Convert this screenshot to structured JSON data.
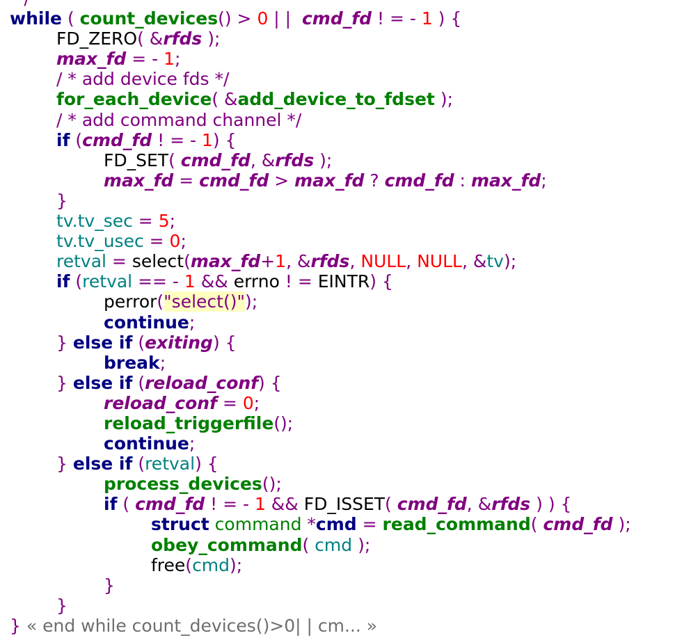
{
  "lines": [
    [
      {
        "c": "cm",
        "t": " */"
      }
    ],
    [
      {
        "c": "kw",
        "t": "while"
      },
      {
        "c": "op",
        "t": " ( "
      },
      {
        "c": "fn",
        "t": "count_devices"
      },
      {
        "c": "op",
        "t": "() > "
      },
      {
        "c": "num",
        "t": "0"
      },
      {
        "c": "op",
        "t": " | |  "
      },
      {
        "c": "var",
        "t": "cmd_fd"
      },
      {
        "c": "op",
        "t": " ! = - "
      },
      {
        "c": "num",
        "t": "1"
      },
      {
        "c": "op",
        "t": " ) {"
      }
    ],
    [
      {
        "c": "plain",
        "t": "FD_ZERO"
      },
      {
        "c": "op",
        "t": "( &"
      },
      {
        "c": "var",
        "t": "rfds"
      },
      {
        "c": "op",
        "t": " );"
      }
    ],
    [
      {
        "c": "var",
        "t": "max_fd"
      },
      {
        "c": "op",
        "t": " = - "
      },
      {
        "c": "num",
        "t": "1"
      },
      {
        "c": "op",
        "t": ";"
      }
    ],
    [
      {
        "c": "cm",
        "t": "/ * add device fds */"
      }
    ],
    [
      {
        "c": "fn",
        "t": "for_each_device"
      },
      {
        "c": "op",
        "t": "( &"
      },
      {
        "c": "fn",
        "t": "add_device_to_fdset"
      },
      {
        "c": "op",
        "t": " );"
      }
    ],
    [
      {
        "c": "cm",
        "t": "/ * add command channel */"
      }
    ],
    [
      {
        "c": "kw",
        "t": "if"
      },
      {
        "c": "op",
        "t": " ("
      },
      {
        "c": "var",
        "t": "cmd_fd"
      },
      {
        "c": "op",
        "t": " ! = - "
      },
      {
        "c": "num",
        "t": "1"
      },
      {
        "c": "op",
        "t": ") {"
      }
    ],
    [
      {
        "c": "plain",
        "t": "FD_SET"
      },
      {
        "c": "op",
        "t": "( "
      },
      {
        "c": "var",
        "t": "cmd_fd"
      },
      {
        "c": "op",
        "t": ", &"
      },
      {
        "c": "var",
        "t": "rfds"
      },
      {
        "c": "op",
        "t": " );"
      }
    ],
    [
      {
        "c": "var",
        "t": "max_fd"
      },
      {
        "c": "op",
        "t": " = "
      },
      {
        "c": "var",
        "t": "cmd_fd"
      },
      {
        "c": "op",
        "t": " > "
      },
      {
        "c": "var",
        "t": "max_fd"
      },
      {
        "c": "op",
        "t": " ? "
      },
      {
        "c": "var",
        "t": "cmd_fd"
      },
      {
        "c": "op",
        "t": " : "
      },
      {
        "c": "var",
        "t": "max_fd"
      },
      {
        "c": "op",
        "t": ";"
      }
    ],
    [
      {
        "c": "op",
        "t": "}"
      }
    ],
    [
      {
        "c": "tl",
        "t": "tv.tv_sec"
      },
      {
        "c": "op",
        "t": " = "
      },
      {
        "c": "num",
        "t": "5"
      },
      {
        "c": "op",
        "t": ";"
      }
    ],
    [
      {
        "c": "tl",
        "t": "tv.tv_usec"
      },
      {
        "c": "op",
        "t": " = "
      },
      {
        "c": "num",
        "t": "0"
      },
      {
        "c": "op",
        "t": ";"
      }
    ],
    [
      {
        "c": "tl",
        "t": "retval"
      },
      {
        "c": "op",
        "t": " = "
      },
      {
        "c": "plain",
        "t": "select"
      },
      {
        "c": "op",
        "t": "("
      },
      {
        "c": "var",
        "t": "max_fd"
      },
      {
        "c": "op",
        "t": "+"
      },
      {
        "c": "num",
        "t": "1"
      },
      {
        "c": "op",
        "t": ", &"
      },
      {
        "c": "var",
        "t": "rfds"
      },
      {
        "c": "op",
        "t": ", "
      },
      {
        "c": "num",
        "t": "NULL"
      },
      {
        "c": "op",
        "t": ", "
      },
      {
        "c": "num",
        "t": "NULL"
      },
      {
        "c": "op",
        "t": ", &"
      },
      {
        "c": "tl",
        "t": "tv"
      },
      {
        "c": "op",
        "t": ");"
      }
    ],
    [
      {
        "c": "kw",
        "t": "if"
      },
      {
        "c": "op",
        "t": " ("
      },
      {
        "c": "tl",
        "t": "retval"
      },
      {
        "c": "op",
        "t": " == - "
      },
      {
        "c": "num",
        "t": "1"
      },
      {
        "c": "op",
        "t": " && "
      },
      {
        "c": "plain",
        "t": "errno"
      },
      {
        "c": "op",
        "t": " ! = "
      },
      {
        "c": "plain",
        "t": "EINTR"
      },
      {
        "c": "op",
        "t": ") {"
      }
    ],
    [
      {
        "c": "plain",
        "t": "perror"
      },
      {
        "c": "op",
        "t": "("
      },
      {
        "c": "str",
        "t": "\"select()\""
      },
      {
        "c": "op",
        "t": ");"
      }
    ],
    [
      {
        "c": "kw",
        "t": "continue"
      },
      {
        "c": "op",
        "t": ";"
      }
    ],
    [
      {
        "c": "op",
        "t": "} "
      },
      {
        "c": "kw",
        "t": "else if"
      },
      {
        "c": "op",
        "t": " ("
      },
      {
        "c": "var",
        "t": "exiting"
      },
      {
        "c": "op",
        "t": ") {"
      }
    ],
    [
      {
        "c": "kw",
        "t": "break"
      },
      {
        "c": "op",
        "t": ";"
      }
    ],
    [
      {
        "c": "op",
        "t": "} "
      },
      {
        "c": "kw",
        "t": "else if"
      },
      {
        "c": "op",
        "t": " ("
      },
      {
        "c": "var",
        "t": "reload_conf"
      },
      {
        "c": "op",
        "t": ") {"
      }
    ],
    [
      {
        "c": "var",
        "t": "reload_conf"
      },
      {
        "c": "op",
        "t": " = "
      },
      {
        "c": "num",
        "t": "0"
      },
      {
        "c": "op",
        "t": ";"
      }
    ],
    [
      {
        "c": "fn",
        "t": "reload_triggerfile"
      },
      {
        "c": "op",
        "t": "();"
      }
    ],
    [
      {
        "c": "kw",
        "t": "continue"
      },
      {
        "c": "op",
        "t": ";"
      }
    ],
    [
      {
        "c": "op",
        "t": "} "
      },
      {
        "c": "kw",
        "t": "else if"
      },
      {
        "c": "op",
        "t": " ("
      },
      {
        "c": "tl",
        "t": "retval"
      },
      {
        "c": "op",
        "t": ") {"
      }
    ],
    [
      {
        "c": "fn",
        "t": "process_devices"
      },
      {
        "c": "op",
        "t": "();"
      }
    ],
    [
      {
        "c": "kw",
        "t": "if"
      },
      {
        "c": "op",
        "t": " ( "
      },
      {
        "c": "var",
        "t": "cmd_fd"
      },
      {
        "c": "op",
        "t": " ! = - "
      },
      {
        "c": "num",
        "t": "1"
      },
      {
        "c": "op",
        "t": " && "
      },
      {
        "c": "plain",
        "t": "FD_ISSET"
      },
      {
        "c": "op",
        "t": "( "
      },
      {
        "c": "var",
        "t": "cmd_fd"
      },
      {
        "c": "op",
        "t": ", &"
      },
      {
        "c": "var",
        "t": "rfds"
      },
      {
        "c": "op",
        "t": " ) ) {"
      }
    ],
    [
      {
        "c": "kw",
        "t": "struct"
      },
      {
        "c": "gr",
        "t": " command "
      },
      {
        "c": "op",
        "t": "*"
      },
      {
        "c": "kw",
        "t": "cmd"
      },
      {
        "c": "op",
        "t": " = "
      },
      {
        "c": "fn",
        "t": "read_command"
      },
      {
        "c": "op",
        "t": "( "
      },
      {
        "c": "var",
        "t": "cmd_fd"
      },
      {
        "c": "op",
        "t": " );"
      }
    ],
    [
      {
        "c": "fn",
        "t": "obey_command"
      },
      {
        "c": "op",
        "t": "( "
      },
      {
        "c": "tl",
        "t": "cmd"
      },
      {
        "c": "op",
        "t": " );"
      }
    ],
    [
      {
        "c": "plain",
        "t": "free"
      },
      {
        "c": "op",
        "t": "("
      },
      {
        "c": "tl",
        "t": "cmd"
      },
      {
        "c": "op",
        "t": ");"
      }
    ],
    [
      {
        "c": "op",
        "t": "}"
      }
    ],
    [
      {
        "c": "op",
        "t": "}"
      }
    ],
    [
      {
        "c": "brace",
        "t": "}"
      },
      {
        "c": "fold",
        "t": " « end while count_devices()>0| | cm... »"
      }
    ]
  ],
  "indents": [
    0,
    0,
    1,
    1,
    1,
    1,
    1,
    1,
    2,
    2,
    1,
    1,
    1,
    1,
    1,
    2,
    2,
    1,
    2,
    1,
    2,
    2,
    2,
    1,
    2,
    2,
    3,
    3,
    3,
    2,
    1,
    0
  ]
}
